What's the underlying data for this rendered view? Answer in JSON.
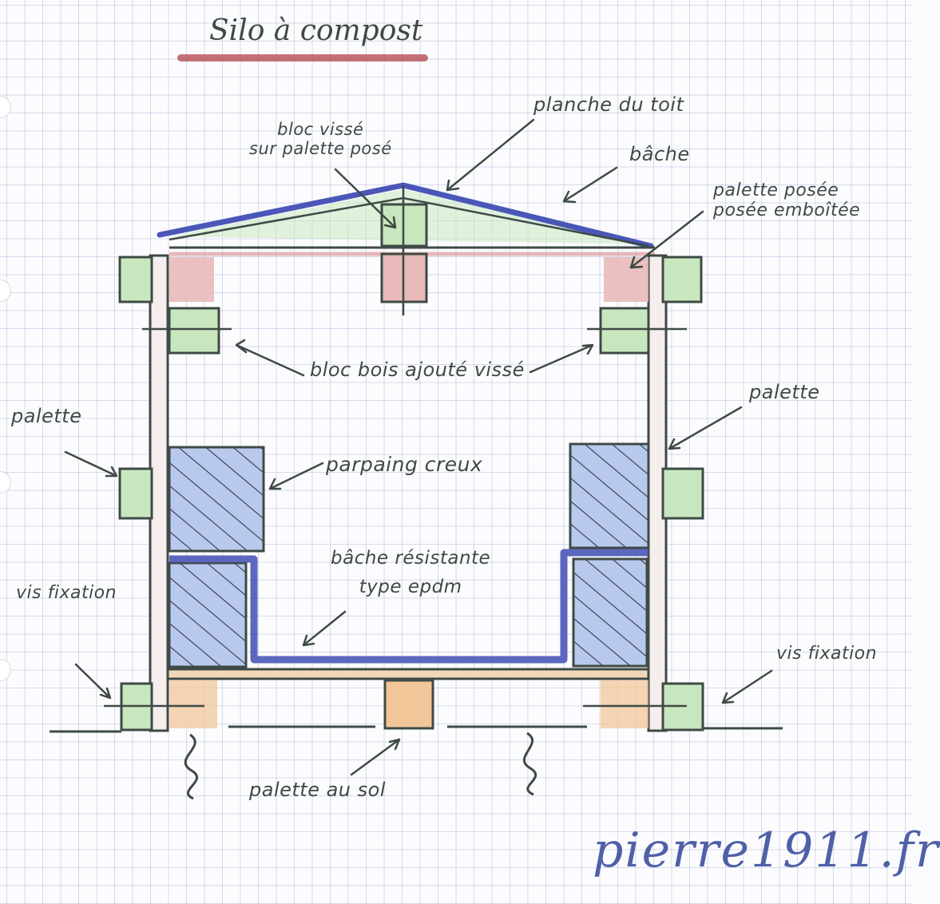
{
  "title": "Silo à compost",
  "labels": {
    "planche_toit": "planche du toit",
    "bloc_vise": [
      "bloc vissé",
      "sur palette posé"
    ],
    "bache": "bâche",
    "palette_posee": [
      "palette posée",
      "posée emboîtée"
    ],
    "bloc_bois": "bloc bois ajouté vissé",
    "palette_left": "palette",
    "palette_right": "palette",
    "parpaing": "parpaing creux",
    "bache_resistante": [
      "bâche résistante",
      "type epdm"
    ],
    "vis_left": "vis fixation",
    "vis_right": "vis fixation",
    "palette_sol": "palette au sol"
  },
  "signature": "pierre1911.fr",
  "colors": {
    "ink": "#3e4a45",
    "blue": "#4a57b8",
    "green": "#8fd07a",
    "red": "#d98c8c",
    "orange": "#e0a060",
    "hatch_blue": "#7e9bd8",
    "title_underline": "#b7585f",
    "highlight": "#f5eb5a"
  }
}
